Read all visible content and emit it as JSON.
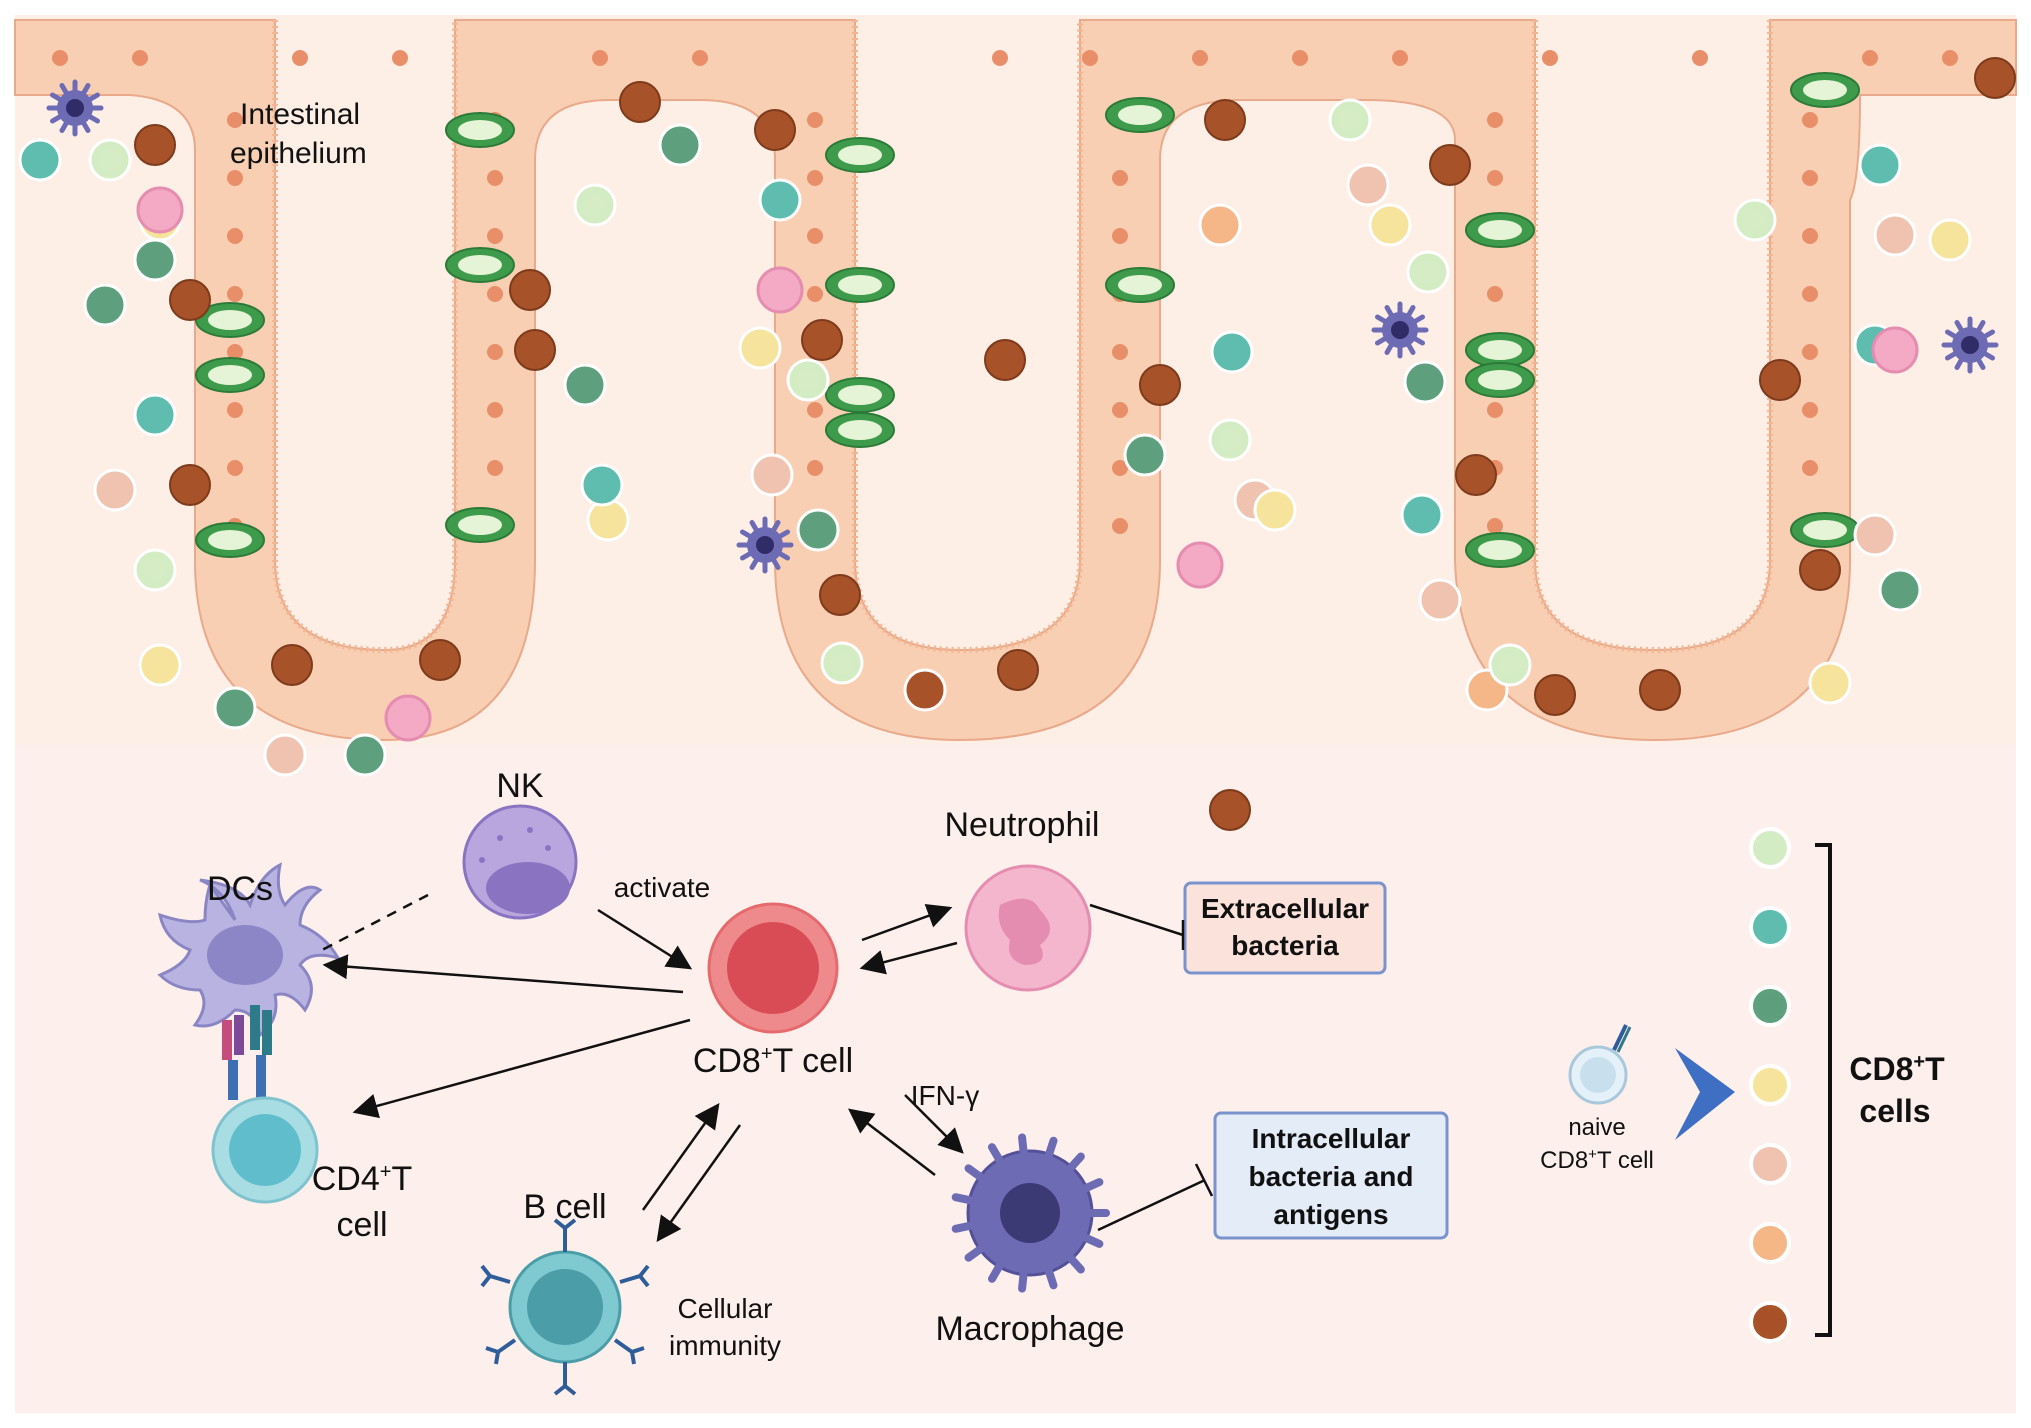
{
  "epithelium": {
    "label_line1": "Intestinal",
    "label_line2": "epithelium"
  },
  "cells": {
    "nk": "NK",
    "dcs": "DCs",
    "neutrophil": "Neutrophil",
    "cd8_line1": "CD8",
    "cd8_sup": "+",
    "cd8_line2": "T cell",
    "cd4_line1": "CD4",
    "cd4_sup": "+",
    "cd4_line1b": "T",
    "cd4_line2": "cell",
    "b_cell": "B cell",
    "macrophage": "Macrophage",
    "naive_line1": "naive",
    "naive_line2a": "CD8",
    "naive_sup": "+",
    "naive_line2b": "T cell"
  },
  "arrows": {
    "activate": "activate",
    "ifn": "IFN-γ",
    "cellular_line1": "Cellular",
    "cellular_line2": "immunity"
  },
  "boxes": {
    "extracellular_line1": "Extracellular",
    "extracellular_line2": "bacteria",
    "intracellular_line1": "Intracellular",
    "intracellular_line2": "bacteria  and",
    "intracellular_line3": "antigens"
  },
  "legend": {
    "title_a": "CD8",
    "title_sup": "+",
    "title_b": "T",
    "title_line2": "cells",
    "subset_colors": [
      "#d4ecc4",
      "#5fbdb0",
      "#5e9f7e",
      "#f6e39c",
      "#f0c3b0",
      "#f5b787",
      "#a8522a"
    ]
  },
  "colors": {
    "background": "#fdeee6",
    "epithelium_fill": "#f9cfb3",
    "nucleus": "#e88f6a",
    "goblet": "#3f9b4c",
    "box_border": "#7a93cc",
    "box_fill_extra": "#fbe3dc",
    "box_fill_intra": "#e4edf7"
  }
}
